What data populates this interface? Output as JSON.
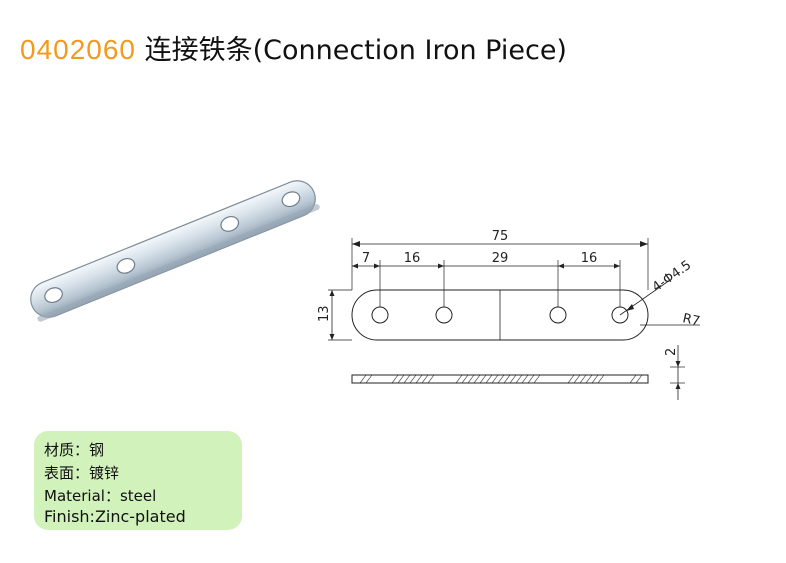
{
  "header": {
    "code": "0402060",
    "code_color": "#f29a1c",
    "name": " 连接铁条(Connection Iron Piece)"
  },
  "drawing": {
    "overall_length": "75",
    "dim_edge": "7",
    "dim_left": "16",
    "dim_center": "29",
    "dim_right": "16",
    "height": "13",
    "hole_spec": "4-Φ4.5",
    "radius": "R7",
    "thickness": "2"
  },
  "specs": {
    "line1": "材质：钢",
    "line2": "表面：镀锌",
    "line3": "Material：steel",
    "line4": "Finish:Zinc-plated",
    "box_color": "#d2f2bc"
  },
  "icons": [
    "metal-plate-photo"
  ]
}
